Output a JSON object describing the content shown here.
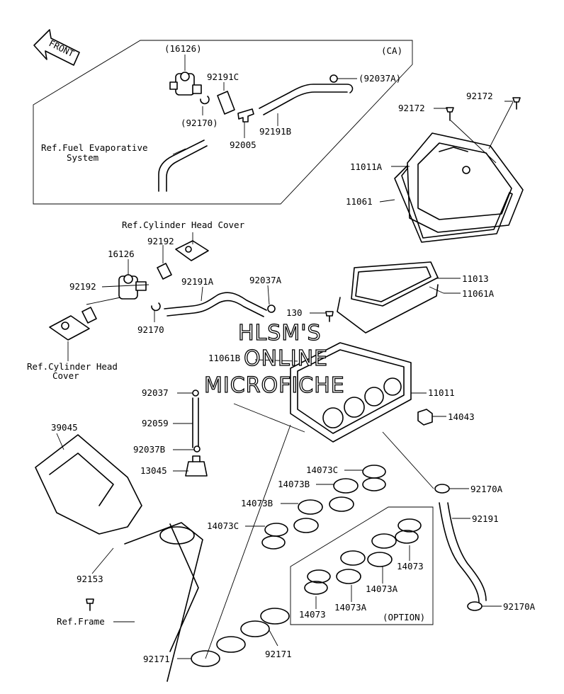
{
  "front_arrow": {
    "label": "FRONT"
  },
  "inset_ca": {
    "tag": "(CA)"
  },
  "inset_option": {
    "tag": "(OPTION)"
  },
  "watermark": {
    "line1": "HLSM'S",
    "line2": "ONLINE",
    "line3": "MICROFICHE"
  },
  "labels": {
    "l16126_ca": "(16126)",
    "l92191c": "92191C",
    "l92037a_ca": "(92037A)",
    "l92170_ca": "(92170)",
    "l92191b": "92191B",
    "l92005": "92005",
    "ref_fuel_1": "Ref.Fuel Evaporative",
    "ref_fuel_2": "System",
    "l92172_a": "92172",
    "l92172_b": "92172",
    "l11011a": "11011A",
    "l11061": "11061",
    "ref_cyl_top": "Ref.Cylinder Head Cover",
    "l92192_top": "92192",
    "l16126": "16126",
    "l92192_left": "92192",
    "l92191a": "92191A",
    "l92037a": "92037A",
    "l11013": "11013",
    "l11061a": "11061A",
    "l130": "130",
    "l92170": "92170",
    "ref_cyl_left_1": "Ref.Cylinder Head",
    "ref_cyl_left_2": "Cover",
    "l11061b": "11061B",
    "l92037": "92037",
    "l11011": "11011",
    "l92059": "92059",
    "l14043": "14043",
    "l39045": "39045",
    "l92037b": "92037B",
    "l13045": "13045",
    "l14073c_a": "14073C",
    "l14073b_a": "14073B",
    "l92170a_a": "92170A",
    "l14073b_b": "14073B",
    "l92191": "92191",
    "l14073c_b": "14073C",
    "l14073_a": "14073",
    "l92153": "92153",
    "l14073a_a": "14073A",
    "ref_frame": "Ref.Frame",
    "l14073_b": "14073",
    "l14073a_b": "14073A",
    "l92170a_b": "92170A",
    "l92171_a": "92171",
    "l92171_b": "92171"
  }
}
